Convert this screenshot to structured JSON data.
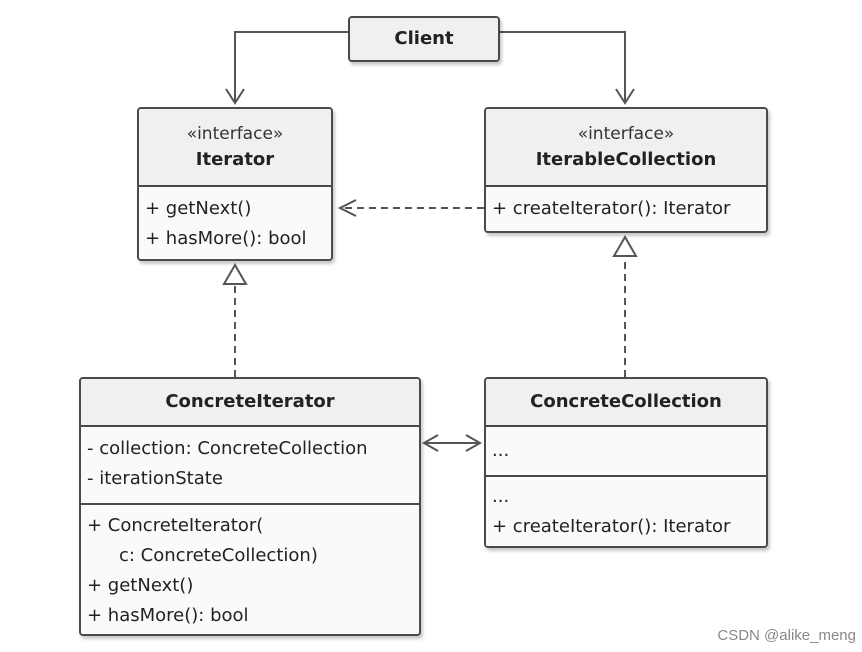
{
  "client": {
    "label": "Client"
  },
  "iterator": {
    "stereotype": "«interface»",
    "name": "Iterator",
    "methods": [
      "+ getNext()",
      "+ hasMore(): bool"
    ]
  },
  "iterable_collection": {
    "stereotype": "«interface»",
    "name": "IterableCollection",
    "methods": [
      "+ createIterator(): Iterator"
    ]
  },
  "concrete_iterator": {
    "name": "ConcreteIterator",
    "fields": [
      "- collection: ConcreteCollection",
      "- iterationState"
    ],
    "methods": [
      "+ ConcreteIterator(",
      "c: ConcreteCollection)",
      "+ getNext()",
      "+ hasMore(): bool"
    ]
  },
  "concrete_collection": {
    "name": "ConcreteCollection",
    "fields": [
      "..."
    ],
    "methods": [
      "...",
      "+ createIterator(): Iterator"
    ]
  },
  "watermark": "CSDN @alike_meng",
  "colors": {
    "border": "#4a4a4a",
    "box_fill": "#f4f4f4",
    "arrow": "#555555",
    "text": "#222222"
  }
}
